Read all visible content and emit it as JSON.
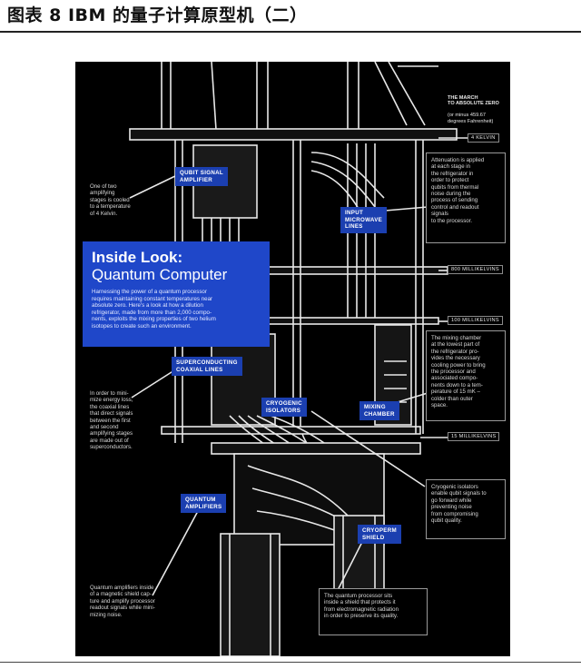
{
  "figure_title": "图表 8 IBM 的量子计算原型机（二）",
  "poster": {
    "headline": "Inside Look:",
    "subheadline": "Quantum Computer",
    "intro": "Harnessing the power of a quantum processor\nrequires maintaining constant temperatures near\nabsolute zero.  Here's a look at how a dilution\nrefrigerator, made from more than 2,000 compo-\nnents, exploits the mixing properties of two helium\nisotopes to create such an environment.",
    "march_title": "THE MARCH\nTO ABSOLUTE ZERO",
    "march_sub": "(or minus 459.67\ndegrees Fahrenheit)",
    "temps": {
      "k4": "4 KELVIN",
      "mk800": "800 MILLIKELVINS",
      "mk100": "100 MILLIKELVINS",
      "mk15": "15 MILLIKELVINS"
    },
    "labels": {
      "qubit_amp": "QUBIT SIGNAL\nAMPLIFIER",
      "input_lines": "INPUT\nMICROWAVE\nLINES",
      "super_coax": "SUPERCONDUCTING\nCOAXIAL LINES",
      "cryo_iso": "CRYOGENIC\nISOLATORS",
      "mixing": "MIXING\nCHAMBER",
      "quantum_amp": "QUANTUM\nAMPLIFIERS",
      "cryoperm": "CRYOPERM\nSHIELD"
    },
    "notes": {
      "amp_note": "One of two\namplifying\nstages is cooled\nto a temperature\nof 4 Kelvin.",
      "attenuation": "Attenuation is applied\nat each stage in\nthe refrigerator in\norder to protect\nqubits from thermal\nnoise during the\nprocess of sending\ncontrol and readout\nsignals\nto the processor.",
      "coax_note": "In order to mini-\nmize energy loss,\nthe coaxial lines\nthat direct signals\nbetween the first\nand second\namplifying stages\nare made out of\nsuperconductors.",
      "mixing_note": "The mixing chamber\nat the lowest part of\nthe refrigerator pro-\nvides the necessary\ncooling power to bring\nthe processor and\nassociated compo-\nnents down to a tem-\nperature of 15 mK –\ncolder than outer\nspace.",
      "isolator_note": "Cryogenic isolators\nenable qubit signals to\ngo forward while\npreventing noise\nfrom compromising\nqubit quality.",
      "quantum_amp_note": "Quantum amplifiers inside\nof a magnetic shield cap-\nture and amplify processor\nreadout signals while mini-\nmizing noise.",
      "shield_note": "The quantum processor sits\ninside a shield that protects it\nfrom electromagnetic radiation\nin order to preserve its quality."
    }
  },
  "colors": {
    "label_blue": "#1b3fb0",
    "headline_blue": "#1f47c9",
    "poster_bg": "#000000",
    "machine": "#e8e8e8"
  }
}
